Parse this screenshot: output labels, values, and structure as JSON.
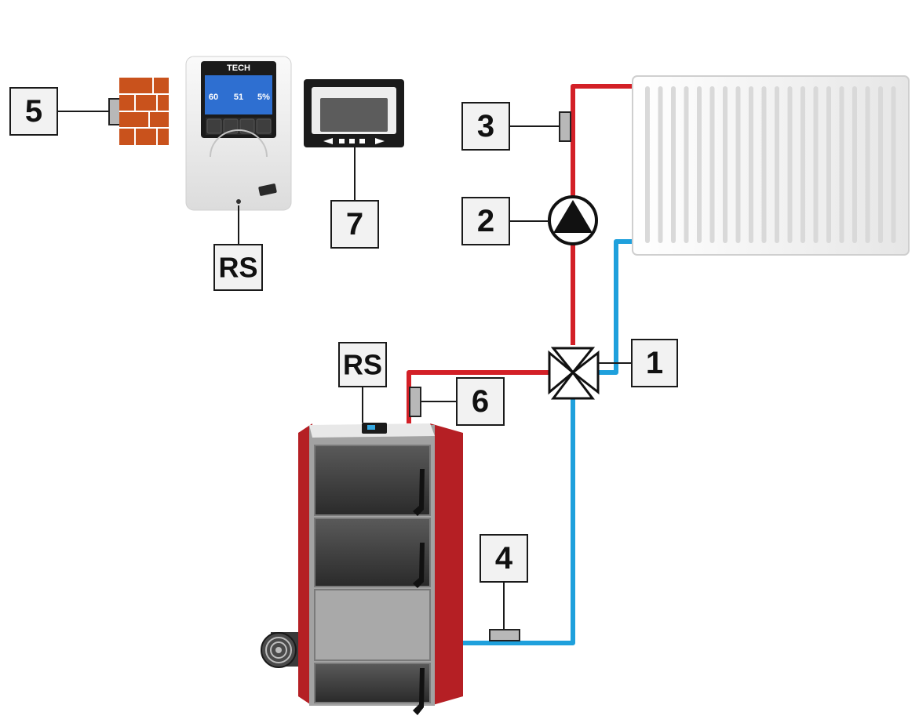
{
  "colors": {
    "hot_pipe": "#d32027",
    "cold_pipe": "#1fa0dc",
    "boiler_red": "#b51f24",
    "boiler_body": "#9a9a9a",
    "brick": "#c9521c",
    "sensor": "#b8b8b8",
    "label_bg": "#f2f2f2"
  },
  "labels": {
    "mixing_valve": "1",
    "pump": "2",
    "valve_sensor": "3",
    "return_sensor": "4",
    "external_sensor": "5",
    "boiler_sensor": "6",
    "room_regulator": "7",
    "controller_rs": "RS",
    "boiler_rs": "RS"
  },
  "controller": {
    "brand": "TECH",
    "screen_values": [
      "60",
      "51",
      "5%"
    ]
  },
  "icons": {
    "pump": "pump-triangle-icon",
    "valve": "three-way-valve-icon",
    "fan": "blower-fan-icon",
    "door_handle": "door-handle-icon"
  }
}
